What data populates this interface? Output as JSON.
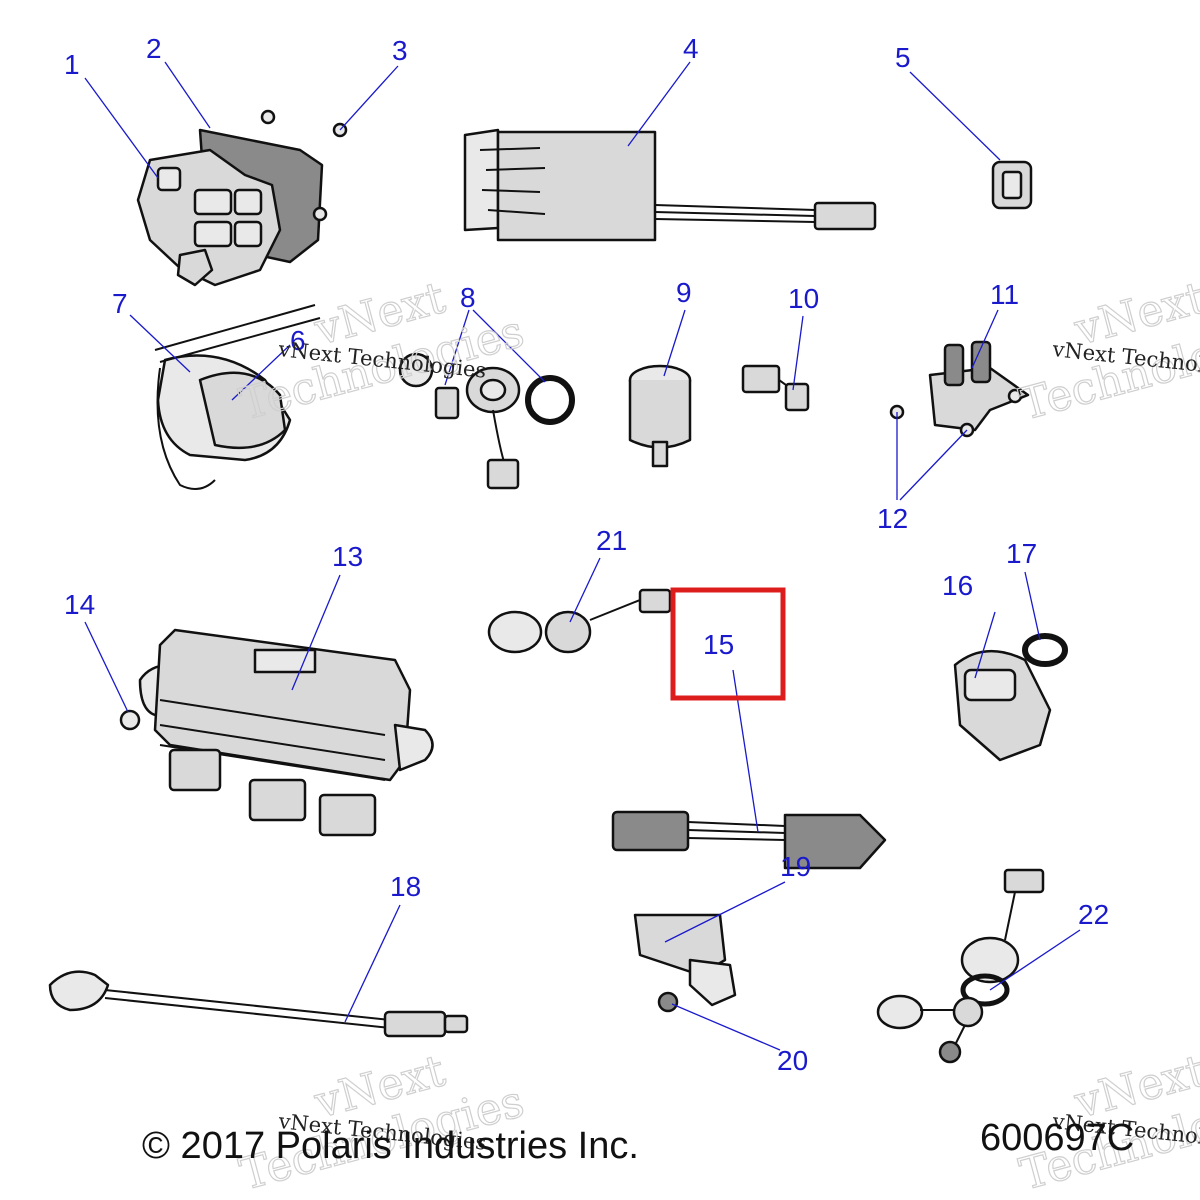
{
  "callouts": [
    {
      "id": "1",
      "label": "1"
    },
    {
      "id": "2",
      "label": "2"
    },
    {
      "id": "3",
      "label": "3"
    },
    {
      "id": "4",
      "label": "4"
    },
    {
      "id": "5",
      "label": "5"
    },
    {
      "id": "6",
      "label": "6"
    },
    {
      "id": "7",
      "label": "7"
    },
    {
      "id": "8",
      "label": "8"
    },
    {
      "id": "9",
      "label": "9"
    },
    {
      "id": "10",
      "label": "10"
    },
    {
      "id": "11",
      "label": "11"
    },
    {
      "id": "12",
      "label": "12"
    },
    {
      "id": "13",
      "label": "13"
    },
    {
      "id": "14",
      "label": "14"
    },
    {
      "id": "15",
      "label": "15"
    },
    {
      "id": "16",
      "label": "16"
    },
    {
      "id": "17",
      "label": "17"
    },
    {
      "id": "18",
      "label": "18"
    },
    {
      "id": "19",
      "label": "19"
    },
    {
      "id": "20",
      "label": "20"
    },
    {
      "id": "21",
      "label": "21"
    },
    {
      "id": "22",
      "label": "22"
    }
  ],
  "highlight": {
    "callout": "15",
    "color": "#dd1c1c"
  },
  "footer": {
    "copyright": "© 2017 Polaris Industries Inc.",
    "diagram_number": "600697C"
  },
  "watermark": {
    "brand_line1": "vNext",
    "brand_line2": "Technologies",
    "caption": "vNext Technologies"
  },
  "colors": {
    "callout": "#1a1acc",
    "highlight": "#dd1c1c"
  }
}
